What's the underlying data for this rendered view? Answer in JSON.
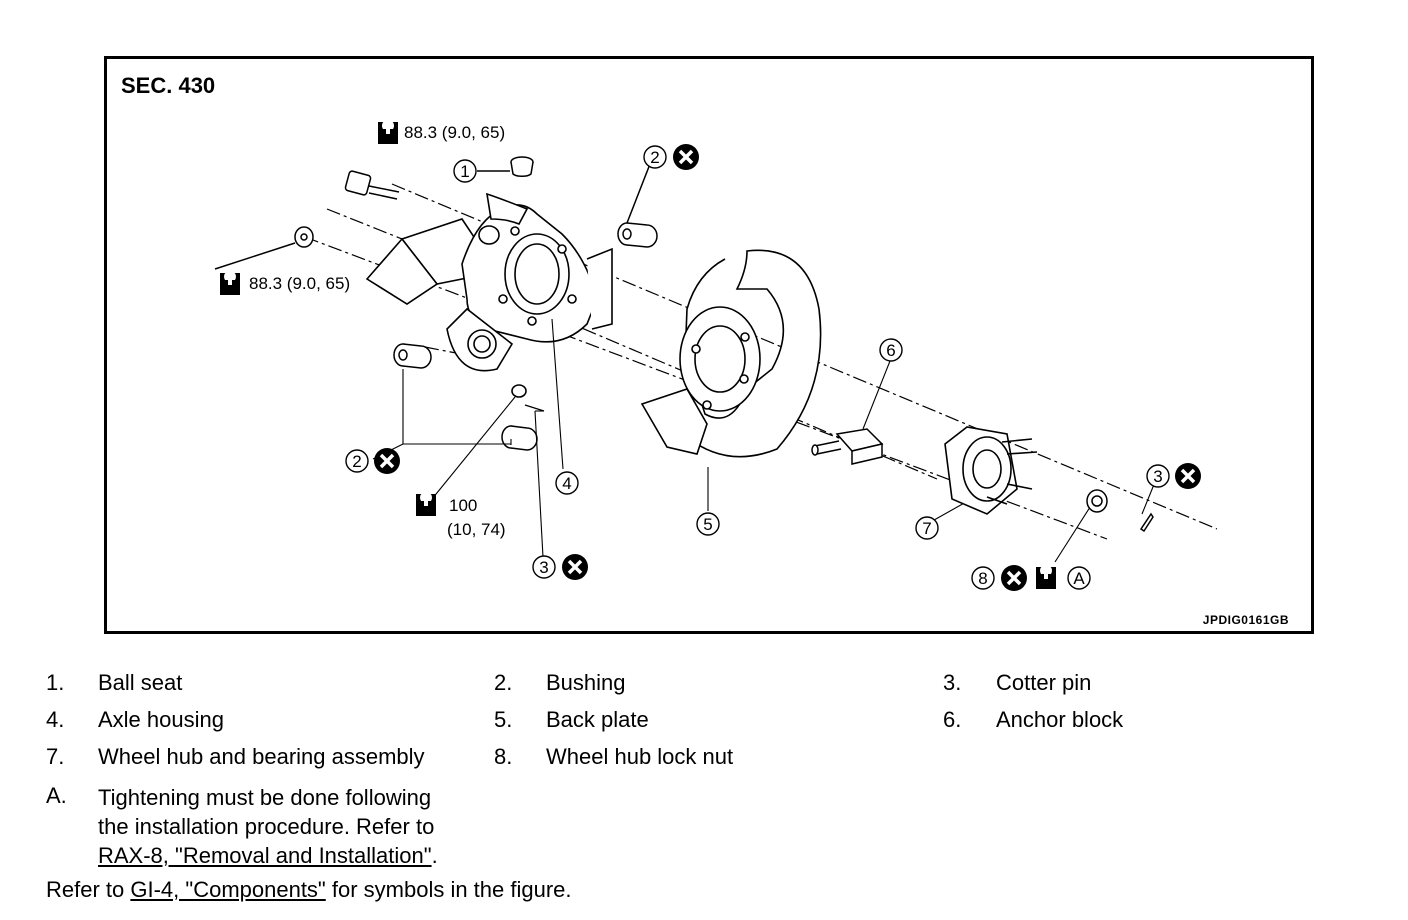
{
  "figure": {
    "section": "SEC. 430",
    "code": "JPDIG0161GB",
    "torque": {
      "bolt_top": "88.3 (9.0, 65)",
      "nut_left": "88.3 (9.0, 65)",
      "bottom_line1": "100",
      "bottom_line2": "(10, 74)"
    },
    "callouts": [
      "1",
      "2",
      "2",
      "3",
      "3",
      "4",
      "5",
      "6",
      "7",
      "8",
      "A"
    ]
  },
  "legend": [
    {
      "num": "1.",
      "text": "Ball seat"
    },
    {
      "num": "2.",
      "text": "Bushing"
    },
    {
      "num": "3.",
      "text": "Cotter pin"
    },
    {
      "num": "4.",
      "text": "Axle housing"
    },
    {
      "num": "5.",
      "text": "Back plate"
    },
    {
      "num": "6.",
      "text": "Anchor block"
    },
    {
      "num": "7.",
      "text": "Wheel hub and bearing assembly"
    },
    {
      "num": "8.",
      "text": "Wheel hub lock nut"
    }
  ],
  "note": {
    "num": "A.",
    "line1": "Tightening must be done following",
    "line2": "the installation procedure. Refer to",
    "link": "RAX-8, \"Removal and Installation\"",
    "after_link": "."
  },
  "footer": {
    "prefix": "Refer to ",
    "link": "GI-4, \"Components\"",
    "suffix": " for symbols in the figure."
  }
}
